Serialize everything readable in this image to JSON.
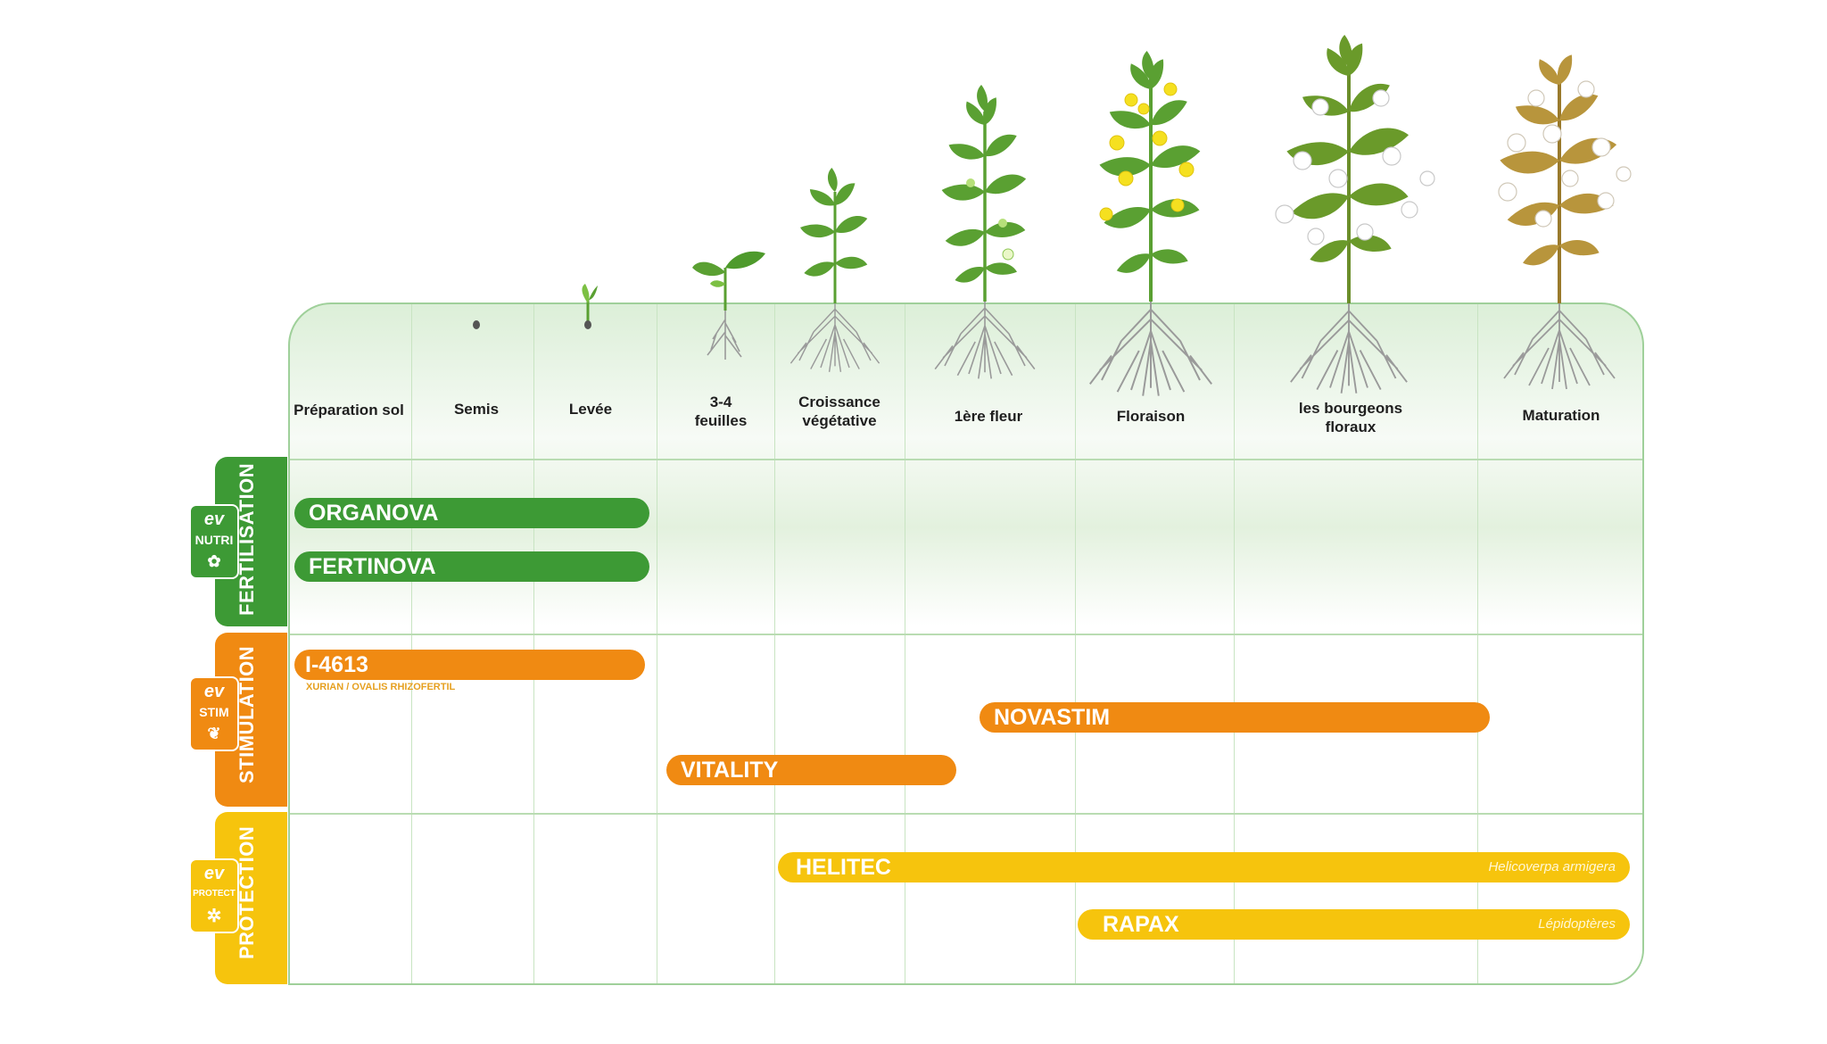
{
  "stages": [
    {
      "label": "Préparation sol"
    },
    {
      "label": "Semis"
    },
    {
      "label": "Levée"
    },
    {
      "label": "3-4\nfeuilles"
    },
    {
      "label": "Croissance\nvégétative"
    },
    {
      "label": "1ère fleur"
    },
    {
      "label": "Floraison"
    },
    {
      "label": "les bourgeons\nfloraux"
    },
    {
      "label": "Maturation"
    }
  ],
  "sections": {
    "fertilisation": {
      "title": "FERTILISATION",
      "badge": "NUTRI",
      "color": "#3d9a35"
    },
    "stimulation": {
      "title": "STIMULATION",
      "badge": "STIM",
      "color": "#f08a12"
    },
    "protection": {
      "title": "PROTECTION",
      "badge": "PROTECT",
      "color": "#f6c40d"
    }
  },
  "badge_logo": "ev",
  "products": {
    "organova": {
      "name": "ORGANOVA"
    },
    "fertinova": {
      "name": "FERTINOVA"
    },
    "i4613": {
      "name": "I-4613",
      "note": "XURIAN / OVALIS RHIZOFERTIL"
    },
    "novastim": {
      "name": "NOVASTIM"
    },
    "vitality": {
      "name": "VITALITY"
    },
    "helitec": {
      "name": "HELITEC",
      "target": "Helicoverpa armigera"
    },
    "rapax": {
      "name": "RAPAX",
      "target": "Lépidoptères"
    }
  },
  "colors": {
    "leaf": "#5aa032",
    "leaf_dark": "#3f8a28",
    "flower": "#f5e020",
    "cotton": "#ffffff",
    "dry_leaf": "#b8953c",
    "root": "#9a9a9a",
    "grid": "#c8e4c2"
  }
}
